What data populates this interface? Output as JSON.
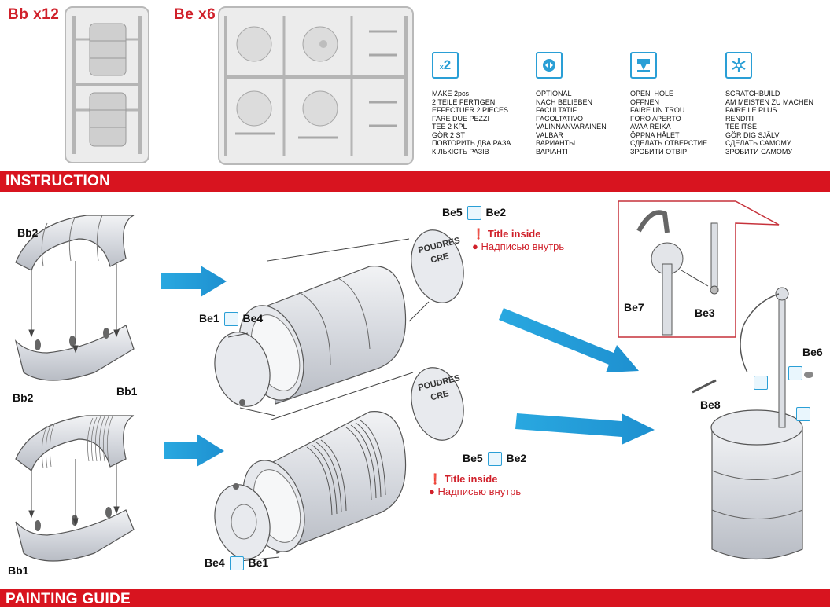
{
  "sprues": {
    "bb_title": "Bb x12",
    "be_title": "Be x6"
  },
  "legend": [
    {
      "icon": "x2",
      "text": "MAKE 2pcs\n2 TEILE FERTIGEN\nEFFECTUER 2 PIECES\nFARE DUE PEZZI\nTEE 2 KPL\nGÖR 2 ST\nПОВТОРИТЬ ДВА РАЗА\nКІЛЬКІСТЬ РАЗІВ"
    },
    {
      "icon": "optional-icon",
      "text": "OPTIONAL\nNACH BELIEBEN\nFACULTATIF\nFACOLTATIVO\nVALINNANVARAINEN\nVALBAR\nВАРИАНТЫ\nВАРІАНТІ"
    },
    {
      "icon": "open-hole-icon",
      "text": "OPEN  HOLE\nOFFNEN\nFAIRE UN TROU\nFORO APERTO\nAVAA REIKA\nÖPPNA HÅLET\nСДЕЛАТЬ ОТВЕРСТИЕ\nЗРОБИТИ ОТВІР"
    },
    {
      "icon": "scratchbuild-icon",
      "text": "SCRATCHBUILD\nAM MEISTEN ZU MACHEN\nFAIRE LE PLUS\nRENDITI\nTEE ITSE\nGÖR DIG SJÄLV\nСДЕЛАТЬ САМОМУ\nЗРОБИТИ САМОМУ"
    }
  ],
  "sections": {
    "instruction": "INSTRUCTION",
    "painting": "PAINTING  GUIDE"
  },
  "labels": {
    "bb2_top": "Bb2",
    "bb2_bottom": "Bb2",
    "bb1_top": "Bb1",
    "bb1_bottom": "Bb1",
    "be5_top": "Be5",
    "be2_top": "Be2",
    "be1_top": "Be1",
    "be4_top": "Be4",
    "be5_bot": "Be5",
    "be2_bot": "Be2",
    "be4_bot": "Be4",
    "be1_bot": "Be1",
    "be7": "Be7",
    "be3": "Be3",
    "be6": "Be6",
    "be8": "Be8"
  },
  "notes": {
    "title_inside_en": "Title inside",
    "title_inside_ru": "Надписью внутрь"
  },
  "lid_text": {
    "line1": "POUDRES",
    "line2": "CRE"
  }
}
